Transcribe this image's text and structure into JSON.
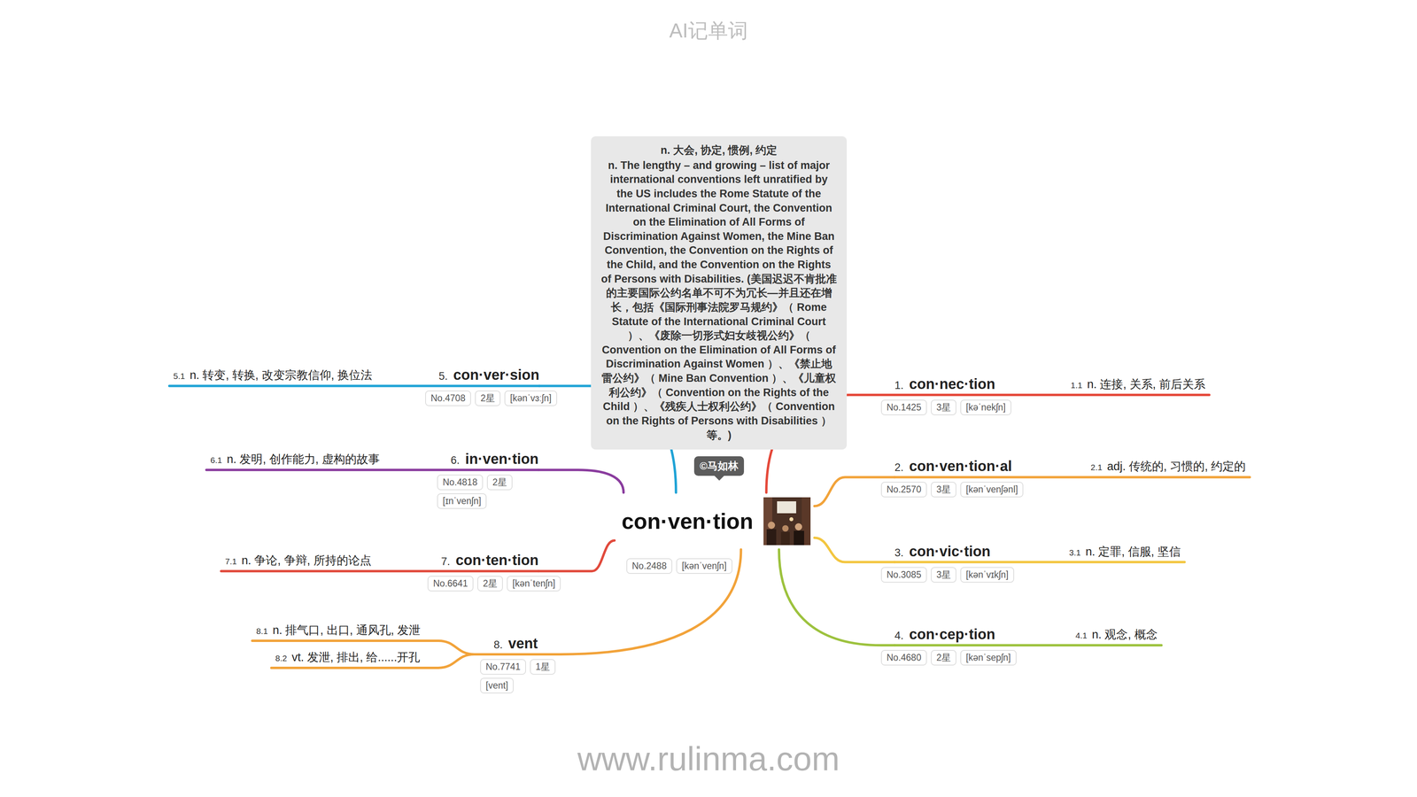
{
  "diagram": {
    "title": "AI记单词",
    "nodes": [
      {
        "text": [
          "n. 大会, 协定, 惯例, 约定",
          "n. The lengthy – and growing – list of major international conventions left unratified by the US includes the Rome Statute of the International Criminal Court, the Convention on the Elimination of All Forms of Discrimination Against Women, the Mine Ban Convention, the Convention on the Rights of the Child, and the Convention on the Rights of Persons with Disabilities. (美国迟迟不肯批准的主要国际公约名单不可不为冗长—并且还在增长，包括《国际刑事法院罗马规约》（ Rome Statute of the International Criminal Court ）、《废除一切形式妇女歧视公约》（ Convention on the Elimination of All Forms of Discrimination Against Women ）、《禁止地雷公约》（ Mine Ban Convention ）、《儿童权利公约》（ Convention on the Rights of the Child ）、《残疾人士权利公约》（ Convention on the Rights of Persons with Disabilities ）等。)"
        ]
      },
      {
        "text": [
          "©马如林"
        ]
      },
      {
        "text": [
          "con·ven·tion"
        ]
      },
      {
        "text": [
          "No.2488"
        ]
      },
      {
        "text": [
          "[kənˈvenʃn]"
        ]
      },
      {
        "text": [
          "1.",
          "con·nec·tion"
        ]
      },
      {
        "text": [
          "No.1425"
        ]
      },
      {
        "text": [
          "3星"
        ]
      },
      {
        "text": [
          "[kəˈnekʃn]"
        ]
      },
      {
        "text": [
          "1.1",
          "n. 连接, 关系, 前后关系"
        ]
      },
      {
        "text": [
          "2.",
          "con·ven·tion·al"
        ]
      },
      {
        "text": [
          "No.2570"
        ]
      },
      {
        "text": [
          "3星"
        ]
      },
      {
        "text": [
          "[kənˈvenʃənl]"
        ]
      },
      {
        "text": [
          "2.1",
          "adj. 传统的, 习惯的, 约定的"
        ]
      },
      {
        "text": [
          "3.",
          "con·vic·tion"
        ]
      },
      {
        "text": [
          "No.3085"
        ]
      },
      {
        "text": [
          "3星"
        ]
      },
      {
        "text": [
          "[kənˈvɪkʃn]"
        ]
      },
      {
        "text": [
          "3.1",
          "n. 定罪, 信服, 坚信"
        ]
      },
      {
        "text": [
          "4.",
          "con·cep·tion"
        ]
      },
      {
        "text": [
          "No.4680"
        ]
      },
      {
        "text": [
          "2星"
        ]
      },
      {
        "text": [
          "[kənˈsepʃn]"
        ]
      },
      {
        "text": [
          "4.1",
          "n. 观念, 概念"
        ]
      },
      {
        "text": [
          "5.",
          "con·ver·sion"
        ]
      },
      {
        "text": [
          "No.4708"
        ]
      },
      {
        "text": [
          "2星"
        ]
      },
      {
        "text": [
          "[kənˈvɜːʃn]"
        ]
      },
      {
        "text": [
          "5.1",
          "n. 转变, 转换, 改变宗教信仰, 换位法"
        ]
      },
      {
        "text": [
          "6.",
          "in·ven·tion"
        ]
      },
      {
        "text": [
          "No.4818"
        ]
      },
      {
        "text": [
          "2星"
        ]
      },
      {
        "text": [
          "[ɪnˈvenʃn]"
        ]
      },
      {
        "text": [
          "6.1",
          "n. 发明, 创作能力, 虚构的故事"
        ]
      },
      {
        "text": [
          "7.",
          "con·ten·tion"
        ]
      },
      {
        "text": [
          "No.6641"
        ]
      },
      {
        "text": [
          "2星"
        ]
      },
      {
        "text": [
          "[kənˈtenʃn]"
        ]
      },
      {
        "text": [
          "7.1",
          "n. 争论, 争辩, 所持的论点"
        ]
      },
      {
        "text": [
          "8.",
          "vent"
        ]
      },
      {
        "text": [
          "No.7741"
        ]
      },
      {
        "text": [
          "1星"
        ]
      },
      {
        "text": [
          "[vent]"
        ]
      },
      {
        "text": [
          "8.1",
          "n. 排气口, 出口, 通风孔, 发泄"
        ]
      },
      {
        "text": [
          "8.2",
          "vt. 发泄, 排出, 给......开孔"
        ]
      }
    ],
    "edges": [
      {
        "from": 2,
        "to": 5,
        "arrow": "none"
      },
      {
        "from": 5,
        "to": 9,
        "arrow": "none"
      },
      {
        "from": 2,
        "to": 10,
        "arrow": "none"
      },
      {
        "from": 10,
        "to": 14,
        "arrow": "none"
      },
      {
        "from": 2,
        "to": 15,
        "arrow": "none"
      },
      {
        "from": 15,
        "to": 19,
        "arrow": "none"
      },
      {
        "from": 2,
        "to": 20,
        "arrow": "none"
      },
      {
        "from": 20,
        "to": 24,
        "arrow": "none"
      },
      {
        "from": 2,
        "to": 25,
        "arrow": "none"
      },
      {
        "from": 25,
        "to": 29,
        "arrow": "none"
      },
      {
        "from": 2,
        "to": 30,
        "arrow": "none"
      },
      {
        "from": 30,
        "to": 34,
        "arrow": "none"
      },
      {
        "from": 2,
        "to": 35,
        "arrow": "none"
      },
      {
        "from": 35,
        "to": 39,
        "arrow": "none"
      },
      {
        "from": 2,
        "to": 40,
        "arrow": "none"
      },
      {
        "from": 40,
        "to": 44,
        "arrow": "none"
      },
      {
        "from": 40,
        "to": 45,
        "arrow": "none"
      }
    ],
    "labels": [
      "www.rulinma.com"
    ]
  }
}
